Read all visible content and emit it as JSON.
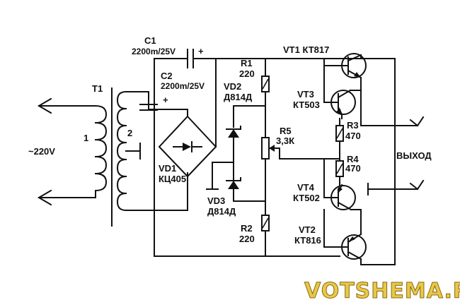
{
  "labels": {
    "t1": "T1",
    "winding1": "1",
    "winding2": "2",
    "mains": "~220V",
    "c1": "C1",
    "c1_value": "2200m/25V",
    "c2": "C2",
    "c2_value": "2200m/25V",
    "plus": "+",
    "vd1": "VD1",
    "vd1_type": "КЦ405",
    "r1": "R1",
    "r1_value": "220",
    "vd2": "VD2",
    "vd2_type": "Д814Д",
    "vd3": "VD3",
    "vd3_type": "Д814Д",
    "r2": "R2",
    "r2_value": "220",
    "r5": "R5",
    "r5_value": "3,3К",
    "vt1": "VT1 КТ817",
    "vt3": "VT3",
    "vt3_type": "КТ503",
    "r3": "R3",
    "r3_value": "470",
    "r4": "R4",
    "r4_value": "470",
    "vt4": "VT4",
    "vt4_type": "КТ502",
    "vt2": "VT2",
    "vt2_type": "КТ816",
    "output": "ВЫХОД"
  },
  "watermark": "VOTSHEMA.RU",
  "colors": {
    "ink": "#111111",
    "watermark_fill": "#e8c84a",
    "watermark_stroke": "#8a6a10"
  }
}
